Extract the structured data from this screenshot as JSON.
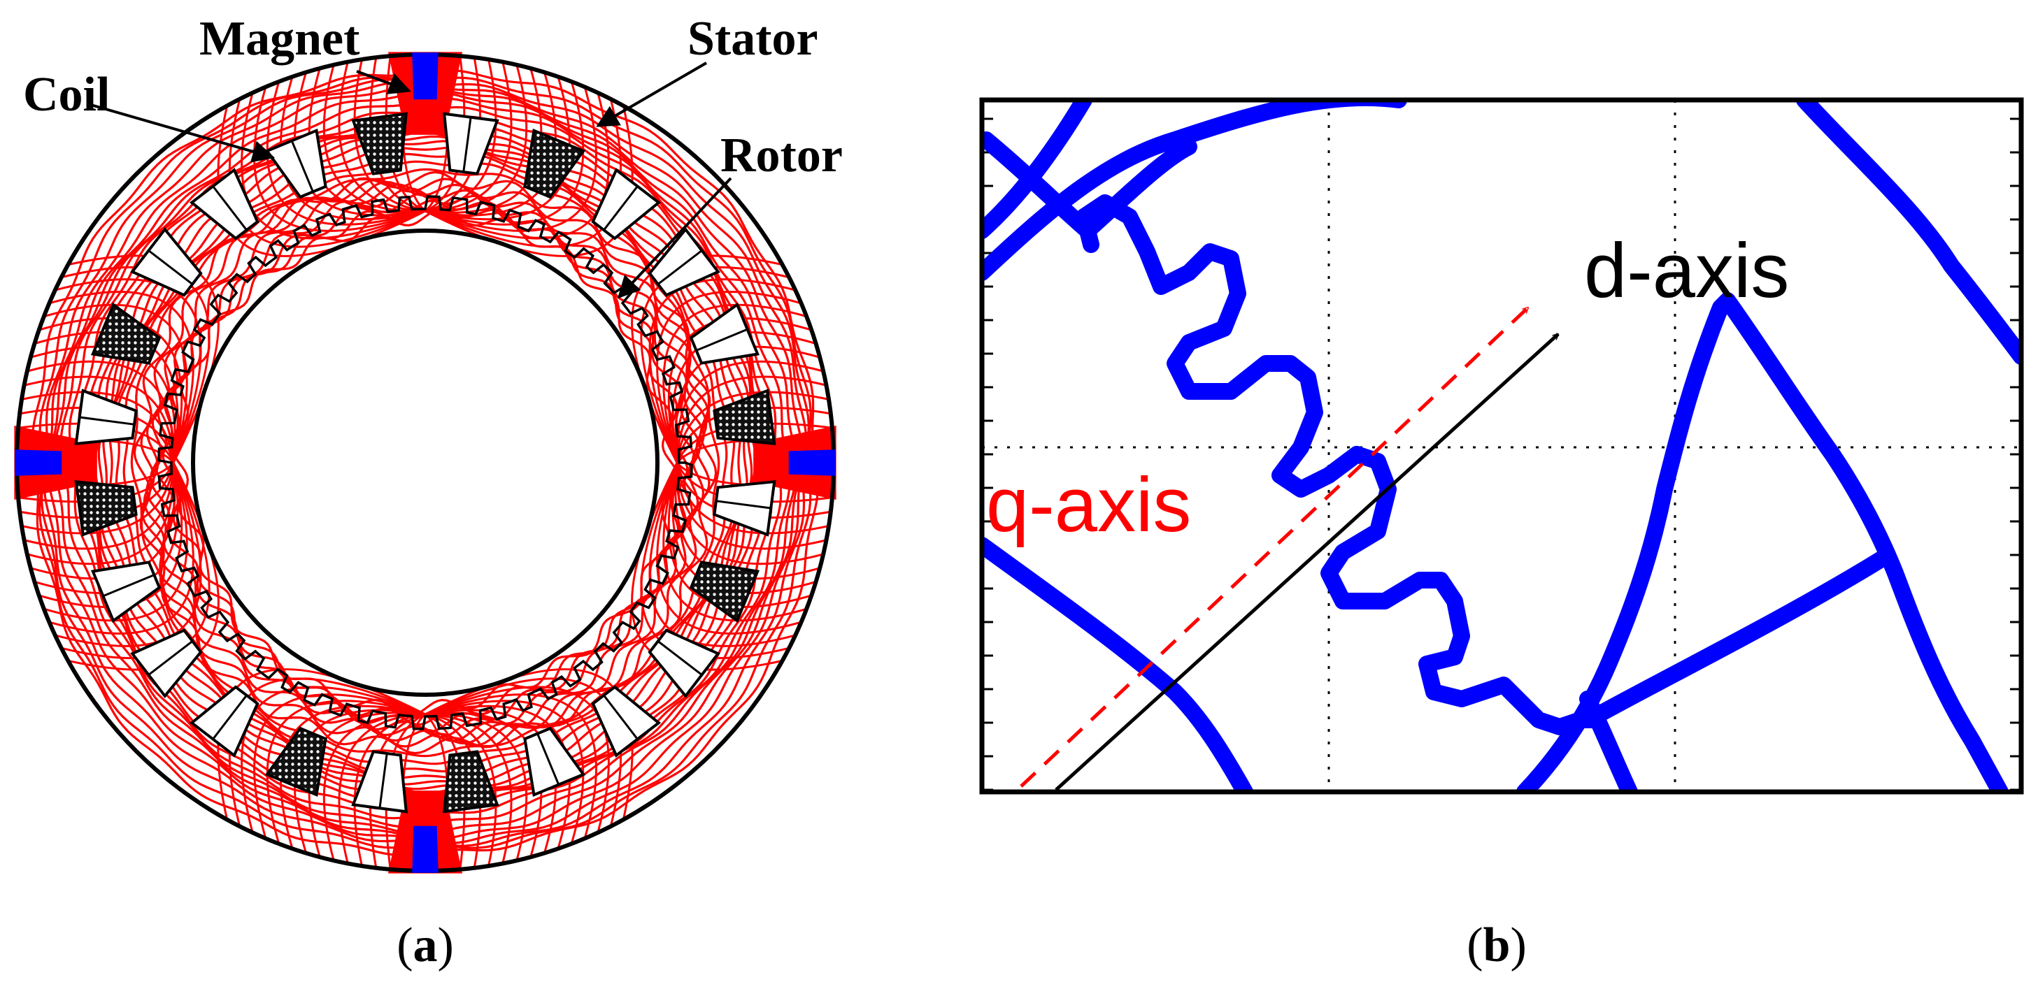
{
  "panel_a": {
    "labels": {
      "magnet": "Magnet",
      "stator": "Stator",
      "coil": "Coil",
      "rotor": "Rotor"
    },
    "caption_letter": "a",
    "colors": {
      "flux": "#ff0000",
      "magnet": "#0000ff",
      "outline": "#000000"
    }
  },
  "panel_b": {
    "d_axis_label": "d-axis",
    "q_axis_label": "q-axis",
    "caption_letter": "b",
    "colors": {
      "contour": "#0000ff",
      "q_axis": "#ff0000",
      "d_axis": "#000000"
    }
  },
  "caption_open": "(",
  "caption_close": ")"
}
